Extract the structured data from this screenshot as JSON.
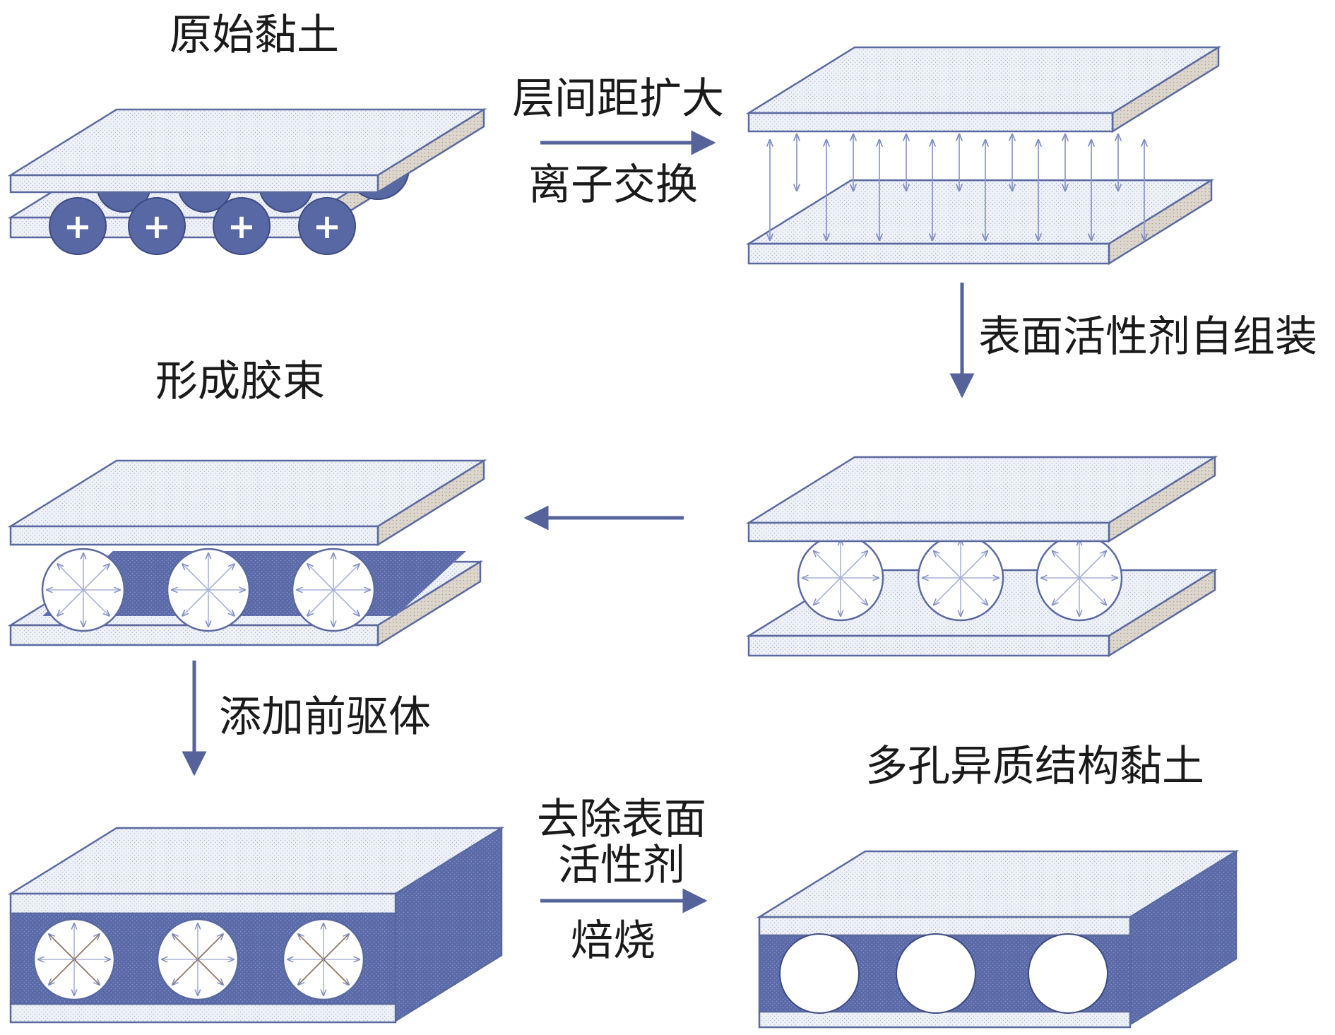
{
  "labels": {
    "original_clay": "原始黏土",
    "interlayer_expand": "层间距扩大",
    "ion_exchange": "离子交换",
    "surfactant_self_assembly": "表面活性剂自组装",
    "micelle_formation": "形成胶束",
    "add_precursor": "添加前驱体",
    "remove_surfactant_line1": "去除表面",
    "remove_surfactant_line2": "活性剂",
    "calcination": "焙烧",
    "porous_heterostructure_clay": "多孔异质结构黏土"
  },
  "cation_symbol": "+",
  "colors": {
    "plate_fill": "#eef1f7",
    "plate_stroke": "#5a6aa0",
    "plate_edge": "#ddd6cc",
    "cation_fill": "#5868a4",
    "interlayer_fill": "#5a69a8",
    "arrow": "#56639b",
    "micelle_ray": "#a9b3d6",
    "precursor_ray": "#8a6e5a"
  }
}
